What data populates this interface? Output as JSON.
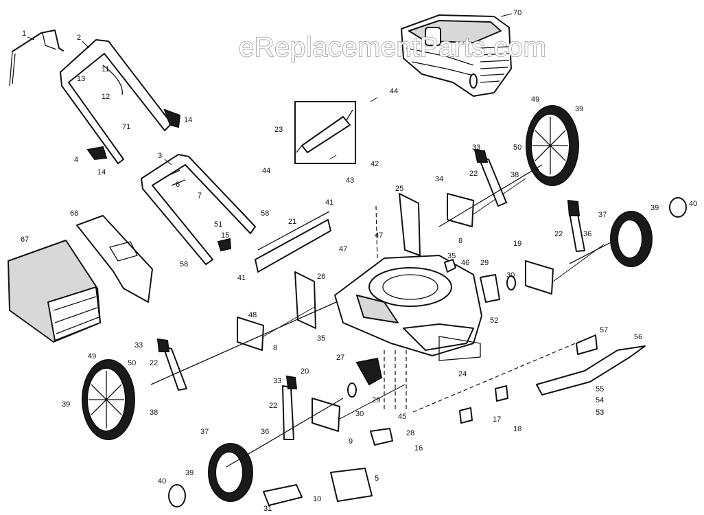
{
  "watermark": {
    "text": "eReplacementParts.com"
  },
  "colors": {
    "ink": "#111111",
    "paper": "#ffffff",
    "shade": "#d8d8d8",
    "watermark_stroke": "#9a9a9a"
  },
  "callouts": [
    {
      "id": "c1",
      "text": "1"
    },
    {
      "id": "c2",
      "text": "2"
    },
    {
      "id": "c3",
      "text": "3"
    },
    {
      "id": "c4",
      "text": "4"
    },
    {
      "id": "c5",
      "text": "5"
    },
    {
      "id": "c6",
      "text": "6"
    },
    {
      "id": "c7",
      "text": "7"
    },
    {
      "id": "c8a",
      "text": "8"
    },
    {
      "id": "c8b",
      "text": "8"
    },
    {
      "id": "c9",
      "text": "9"
    },
    {
      "id": "c10",
      "text": "10"
    },
    {
      "id": "c11",
      "text": "11"
    },
    {
      "id": "c12",
      "text": "12"
    },
    {
      "id": "c13",
      "text": "13"
    },
    {
      "id": "c14a",
      "text": "14"
    },
    {
      "id": "c14b",
      "text": "14"
    },
    {
      "id": "c15",
      "text": "15"
    },
    {
      "id": "c16",
      "text": "16"
    },
    {
      "id": "c17",
      "text": "17"
    },
    {
      "id": "c18",
      "text": "18"
    },
    {
      "id": "c19",
      "text": "19"
    },
    {
      "id": "c20",
      "text": "20"
    },
    {
      "id": "c21",
      "text": "21"
    },
    {
      "id": "c22a",
      "text": "22"
    },
    {
      "id": "c22b",
      "text": "22"
    },
    {
      "id": "c22c",
      "text": "22"
    },
    {
      "id": "c22d",
      "text": "22"
    },
    {
      "id": "c23",
      "text": "23"
    },
    {
      "id": "c24",
      "text": "24"
    },
    {
      "id": "c25",
      "text": "25"
    },
    {
      "id": "c26",
      "text": "26"
    },
    {
      "id": "c27",
      "text": "27"
    },
    {
      "id": "c28",
      "text": "28"
    },
    {
      "id": "c29a",
      "text": "29"
    },
    {
      "id": "c29b",
      "text": "29"
    },
    {
      "id": "c30a",
      "text": "30"
    },
    {
      "id": "c30b",
      "text": "30"
    },
    {
      "id": "c31",
      "text": "31"
    },
    {
      "id": "c33a",
      "text": "33"
    },
    {
      "id": "c33b",
      "text": "33"
    },
    {
      "id": "c33c",
      "text": "33"
    },
    {
      "id": "c33d",
      "text": "33"
    },
    {
      "id": "c34",
      "text": "34"
    },
    {
      "id": "c35a",
      "text": "35"
    },
    {
      "id": "c35b",
      "text": "35"
    },
    {
      "id": "c36a",
      "text": "36"
    },
    {
      "id": "c36b",
      "text": "36"
    },
    {
      "id": "c37a",
      "text": "37"
    },
    {
      "id": "c37b",
      "text": "37"
    },
    {
      "id": "c38a",
      "text": "38"
    },
    {
      "id": "c38b",
      "text": "38"
    },
    {
      "id": "c39a",
      "text": "39"
    },
    {
      "id": "c39b",
      "text": "39"
    },
    {
      "id": "c39c",
      "text": "39"
    },
    {
      "id": "c39d",
      "text": "39"
    },
    {
      "id": "c40a",
      "text": "40"
    },
    {
      "id": "c40b",
      "text": "40"
    },
    {
      "id": "c41a",
      "text": "41"
    },
    {
      "id": "c41b",
      "text": "41"
    },
    {
      "id": "c42",
      "text": "42"
    },
    {
      "id": "c43",
      "text": "43"
    },
    {
      "id": "c44a",
      "text": "44"
    },
    {
      "id": "c44b",
      "text": "44"
    },
    {
      "id": "c45",
      "text": "45"
    },
    {
      "id": "c46",
      "text": "46"
    },
    {
      "id": "c47a",
      "text": "47"
    },
    {
      "id": "c47b",
      "text": "47"
    },
    {
      "id": "c48",
      "text": "48"
    },
    {
      "id": "c49a",
      "text": "49"
    },
    {
      "id": "c49b",
      "text": "49"
    },
    {
      "id": "c50a",
      "text": "50"
    },
    {
      "id": "c50b",
      "text": "50"
    },
    {
      "id": "c51",
      "text": "51"
    },
    {
      "id": "c52",
      "text": "52"
    },
    {
      "id": "c53",
      "text": "53"
    },
    {
      "id": "c54",
      "text": "54"
    },
    {
      "id": "c55",
      "text": "55"
    },
    {
      "id": "c56",
      "text": "56"
    },
    {
      "id": "c57",
      "text": "57"
    },
    {
      "id": "c58a",
      "text": "58"
    },
    {
      "id": "c58b",
      "text": "58"
    },
    {
      "id": "c67",
      "text": "67"
    },
    {
      "id": "c68",
      "text": "68"
    },
    {
      "id": "c70",
      "text": "70"
    },
    {
      "id": "c71",
      "text": "71"
    }
  ]
}
